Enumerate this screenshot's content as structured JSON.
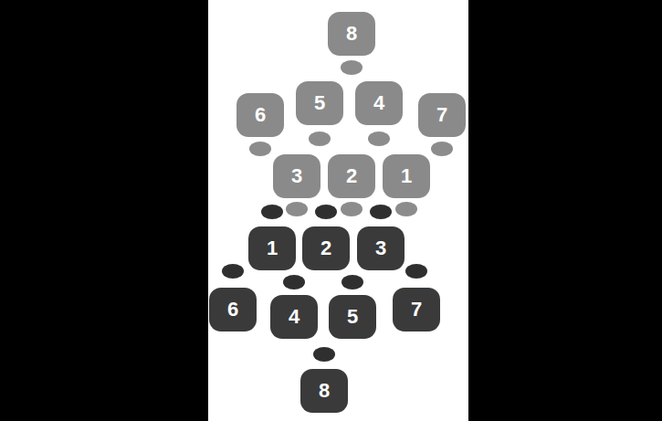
{
  "diagram": {
    "nodes": [
      {
        "text": [
          "8"
        ]
      },
      {
        "text": [
          "6"
        ]
      },
      {
        "text": [
          "5"
        ]
      },
      {
        "text": [
          "4"
        ]
      },
      {
        "text": [
          "7"
        ]
      },
      {
        "text": [
          "3"
        ]
      },
      {
        "text": [
          "2"
        ]
      },
      {
        "text": [
          "1"
        ]
      },
      {
        "text": [
          "1"
        ]
      },
      {
        "text": [
          "2"
        ]
      },
      {
        "text": [
          "3"
        ]
      },
      {
        "text": [
          "6"
        ]
      },
      {
        "text": [
          "4"
        ]
      },
      {
        "text": [
          "5"
        ]
      },
      {
        "text": [
          "7"
        ]
      },
      {
        "text": [
          "8"
        ]
      }
    ]
  }
}
